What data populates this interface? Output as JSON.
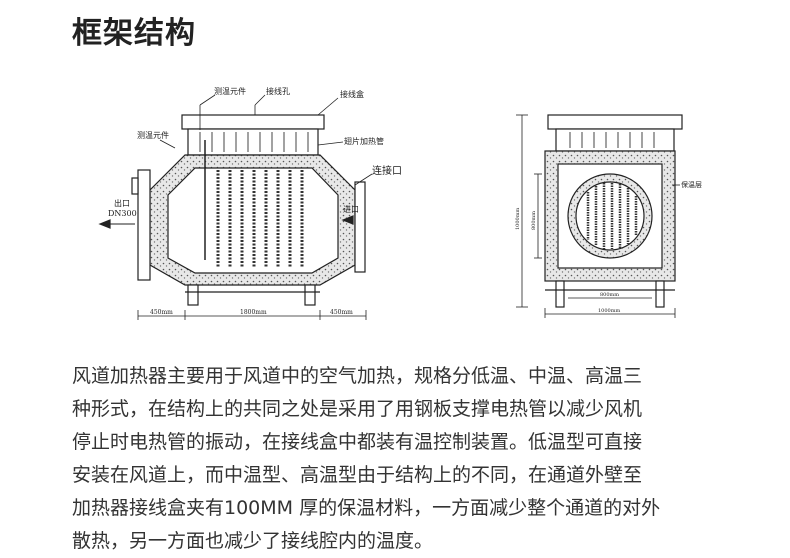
{
  "title": "框架结构",
  "labels": {
    "temp_element_top": "测温元件",
    "wiring_hole": "接线孔",
    "junction_box": "接线盒",
    "temp_element_side": "测温元件",
    "fin_tube": "翅片加热管",
    "connector": "连接口",
    "outlet": "出口",
    "outlet_size": "DN300",
    "inlet": "进口",
    "insulation": "保温层",
    "dim_left": "450mm",
    "dim_mid": "1800mm",
    "dim_right": "450mm",
    "dim_height": "1000mm",
    "dim_inner": "800mm",
    "dim_bottom_inner": "800mm",
    "dim_bottom_outer": "1000mm"
  },
  "description": [
    "风道加热器主要用于风道中的空气加热，规格分低温、中温、高温三",
    "种形式，在结构上的共同之处是采用了用钢板支撑电热管以减少风机",
    "停止时电热管的振动，在接线盒中都装有温控制装置。低温型可直接",
    "安装在风道上，而中温型、高温型由于结构上的不同，在通道外壁至",
    "加热器接线盒夹有100MM 厚的保温材料，一方面减少整个通道的对外",
    "散热，另一方面也减少了接线腔内的温度。"
  ]
}
